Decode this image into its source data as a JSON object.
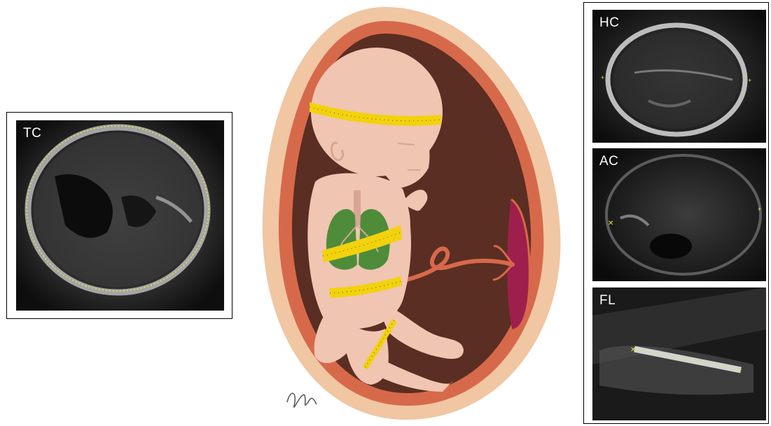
{
  "panels": {
    "tc": {
      "label": "TC"
    },
    "hc": {
      "label": "HC"
    },
    "ac": {
      "label": "AC"
    },
    "fl": {
      "label": "FL"
    }
  },
  "colors": {
    "uterus_outer": "#f0c6a3",
    "uterus_wall": "#d7694b",
    "amniotic_cavity": "#5a2e22",
    "skin": "#f0c5b2",
    "skin_shadow": "#d9a593",
    "lungs": "#4e8c3a",
    "tape": "#f2d20c",
    "placenta": "#9e1f4b",
    "cord": "#d7694b",
    "ultrasound_bg": "#111111",
    "caliper": "#e8e83a"
  },
  "icons": {
    "signature": "artist-signature"
  }
}
